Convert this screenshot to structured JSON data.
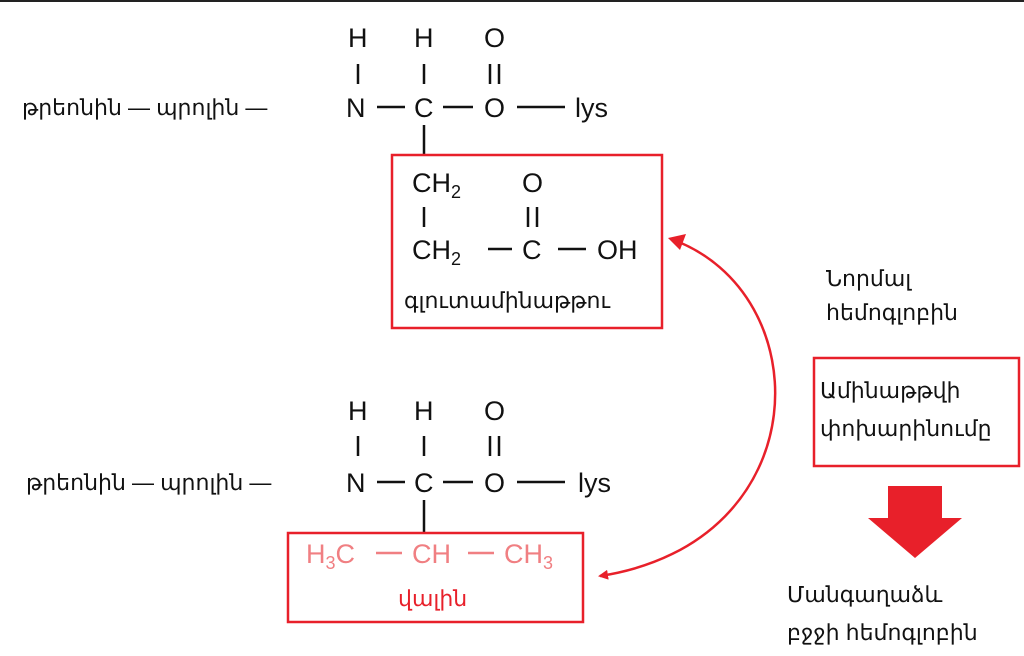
{
  "top_chain": {
    "prefix": "թրեոնին — պրոլին —",
    "H1": "H",
    "H2": "H",
    "O_top": "O",
    "N": "N",
    "C": "C",
    "O": "O",
    "lys": "lys"
  },
  "glutamic": {
    "CH2a": "CH",
    "sub2a": "2",
    "O": "O",
    "CH2b": "CH",
    "sub2b": "2",
    "C": "C",
    "OH": "OH",
    "label": "գլուտամինաթթու"
  },
  "bottom_chain": {
    "prefix": "թրեոնին — պրոլին —",
    "H1": "H",
    "H2": "H",
    "O_top": "O",
    "N": "N",
    "C": "C",
    "O": "O",
    "lys": "lys"
  },
  "valine": {
    "H3C_H": "H",
    "H3C_3": "3",
    "H3C_C": "C",
    "CH": "CH",
    "CH3": "CH",
    "CH3_3": "3",
    "label": "վալին"
  },
  "normal_line1": "Նորմալ",
  "normal_line2": "հեմոգլոբին",
  "substitution_line1": "Ամինաթթվի",
  "substitution_line2": "փոխարինումը",
  "sickle_line1": "Մանգաղաձև",
  "sickle_line2": "բջջի հեմոգլոբին",
  "colors": {
    "red": "#e8202a",
    "pink": "#f07f82"
  }
}
